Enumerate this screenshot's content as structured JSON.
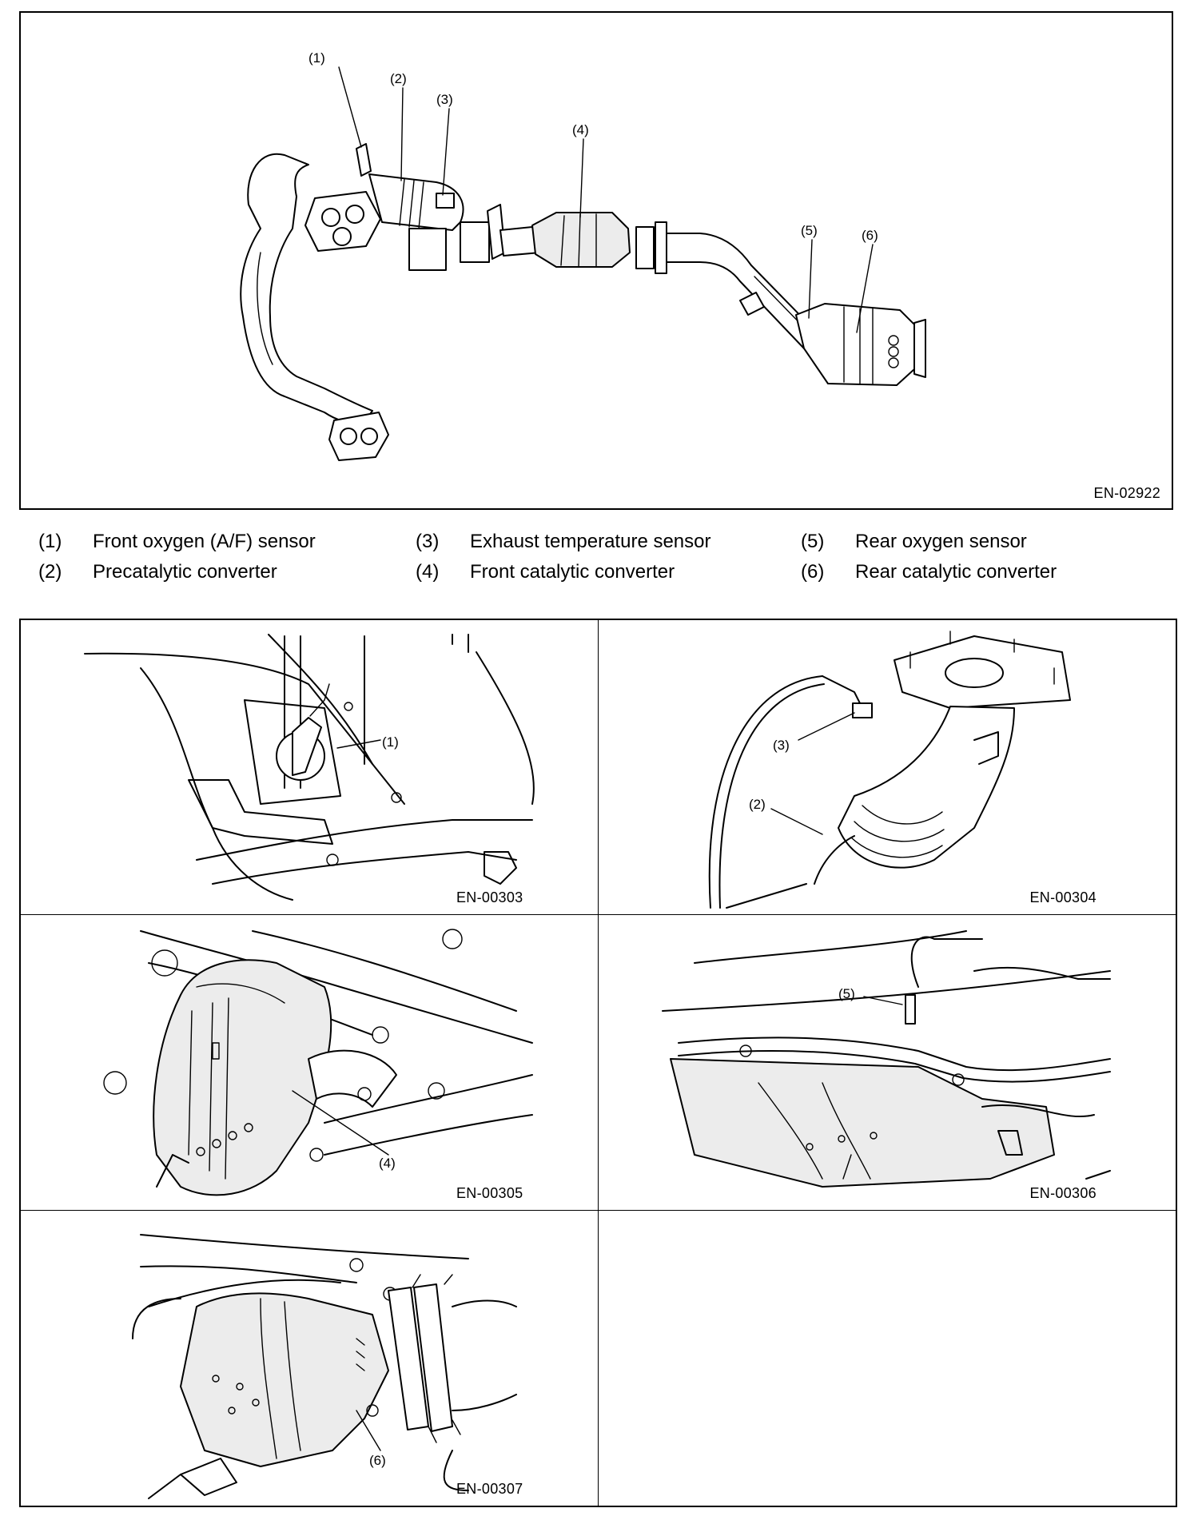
{
  "top_figure": {
    "code": "EN-02922",
    "callouts": [
      "(1)",
      "(2)",
      "(3)",
      "(4)",
      "(5)",
      "(6)"
    ]
  },
  "legend": [
    {
      "num": "(1)",
      "label": "Front oxygen (A/F) sensor"
    },
    {
      "num": "(2)",
      "label": "Precatalytic converter"
    },
    {
      "num": "(3)",
      "label": "Exhaust temperature sensor"
    },
    {
      "num": "(4)",
      "label": "Front catalytic converter"
    },
    {
      "num": "(5)",
      "label": "Rear oxygen sensor"
    },
    {
      "num": "(6)",
      "label": "Rear catalytic converter"
    }
  ],
  "details": [
    {
      "code": "EN-00303",
      "callouts": [
        "(1)"
      ]
    },
    {
      "code": "EN-00304",
      "callouts": [
        "(3)",
        "(2)"
      ]
    },
    {
      "code": "EN-00305",
      "callouts": [
        "(4)"
      ]
    },
    {
      "code": "EN-00306",
      "callouts": [
        "(5)"
      ]
    },
    {
      "code": "EN-00307",
      "callouts": [
        "(6)"
      ]
    }
  ]
}
